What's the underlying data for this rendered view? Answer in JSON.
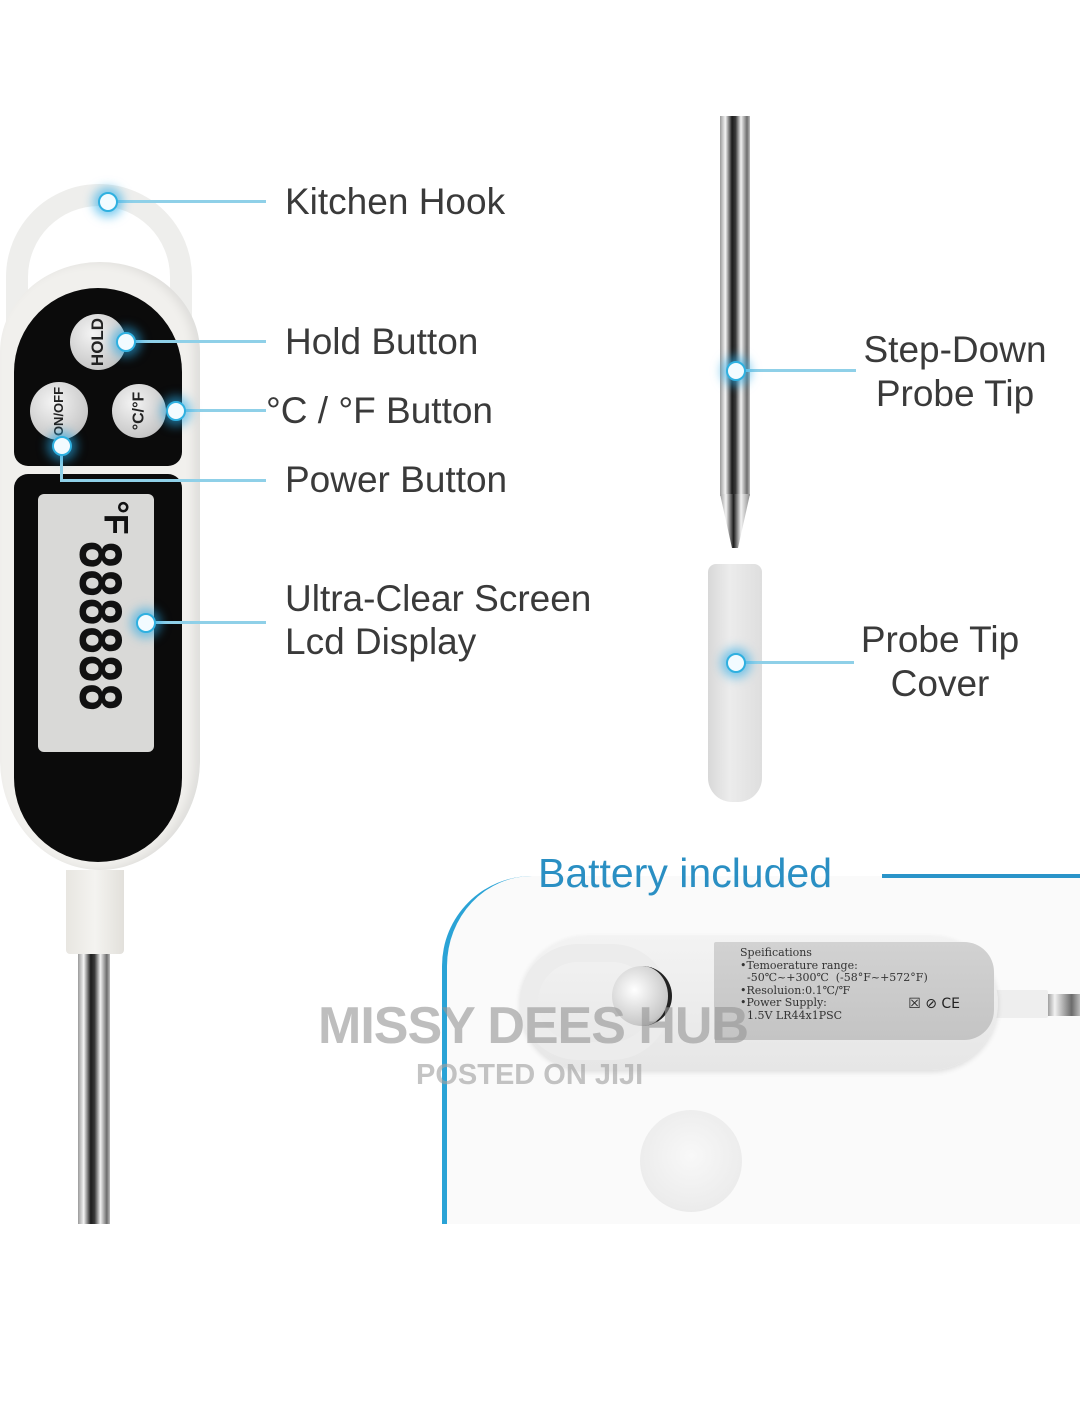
{
  "callouts": {
    "kitchen_hook": "Kitchen Hook",
    "hold_button": "Hold Button",
    "cf_button": "°C / °F Button",
    "power_button": "Power Button",
    "screen_line1": "Ultra-Clear Screen",
    "screen_line2": "Lcd Display",
    "probe_tip_line1": "Step-Down",
    "probe_tip_line2": "Probe Tip",
    "cover_line1": "Probe Tip",
    "cover_line2": "Cover"
  },
  "device_buttons": {
    "hold": "HOLD",
    "cf": "°C/°F",
    "onoff": "ON/OFF"
  },
  "lcd": {
    "digits": [
      "88",
      "88",
      "88"
    ],
    "unit": "°F"
  },
  "battery_section": {
    "title": "Battery included",
    "spec_lines": [
      "Speifications",
      "•Temoerature range:",
      "  -50℃~+300℃  (-58°F~+572°F)",
      "•Resoluion:0.1℃/℉",
      "•Power Supply:",
      "  1.5V LR44x1PSC"
    ],
    "cert_symbols": "☒ ⊘ CE"
  },
  "watermark": {
    "line1": "MISSY DEES HUB",
    "line2": "POSTED ON JIJI"
  },
  "colors": {
    "accent_blue": "#2a8fc3",
    "label_text": "#3a3a3a",
    "glow": "#2fb0e0"
  }
}
